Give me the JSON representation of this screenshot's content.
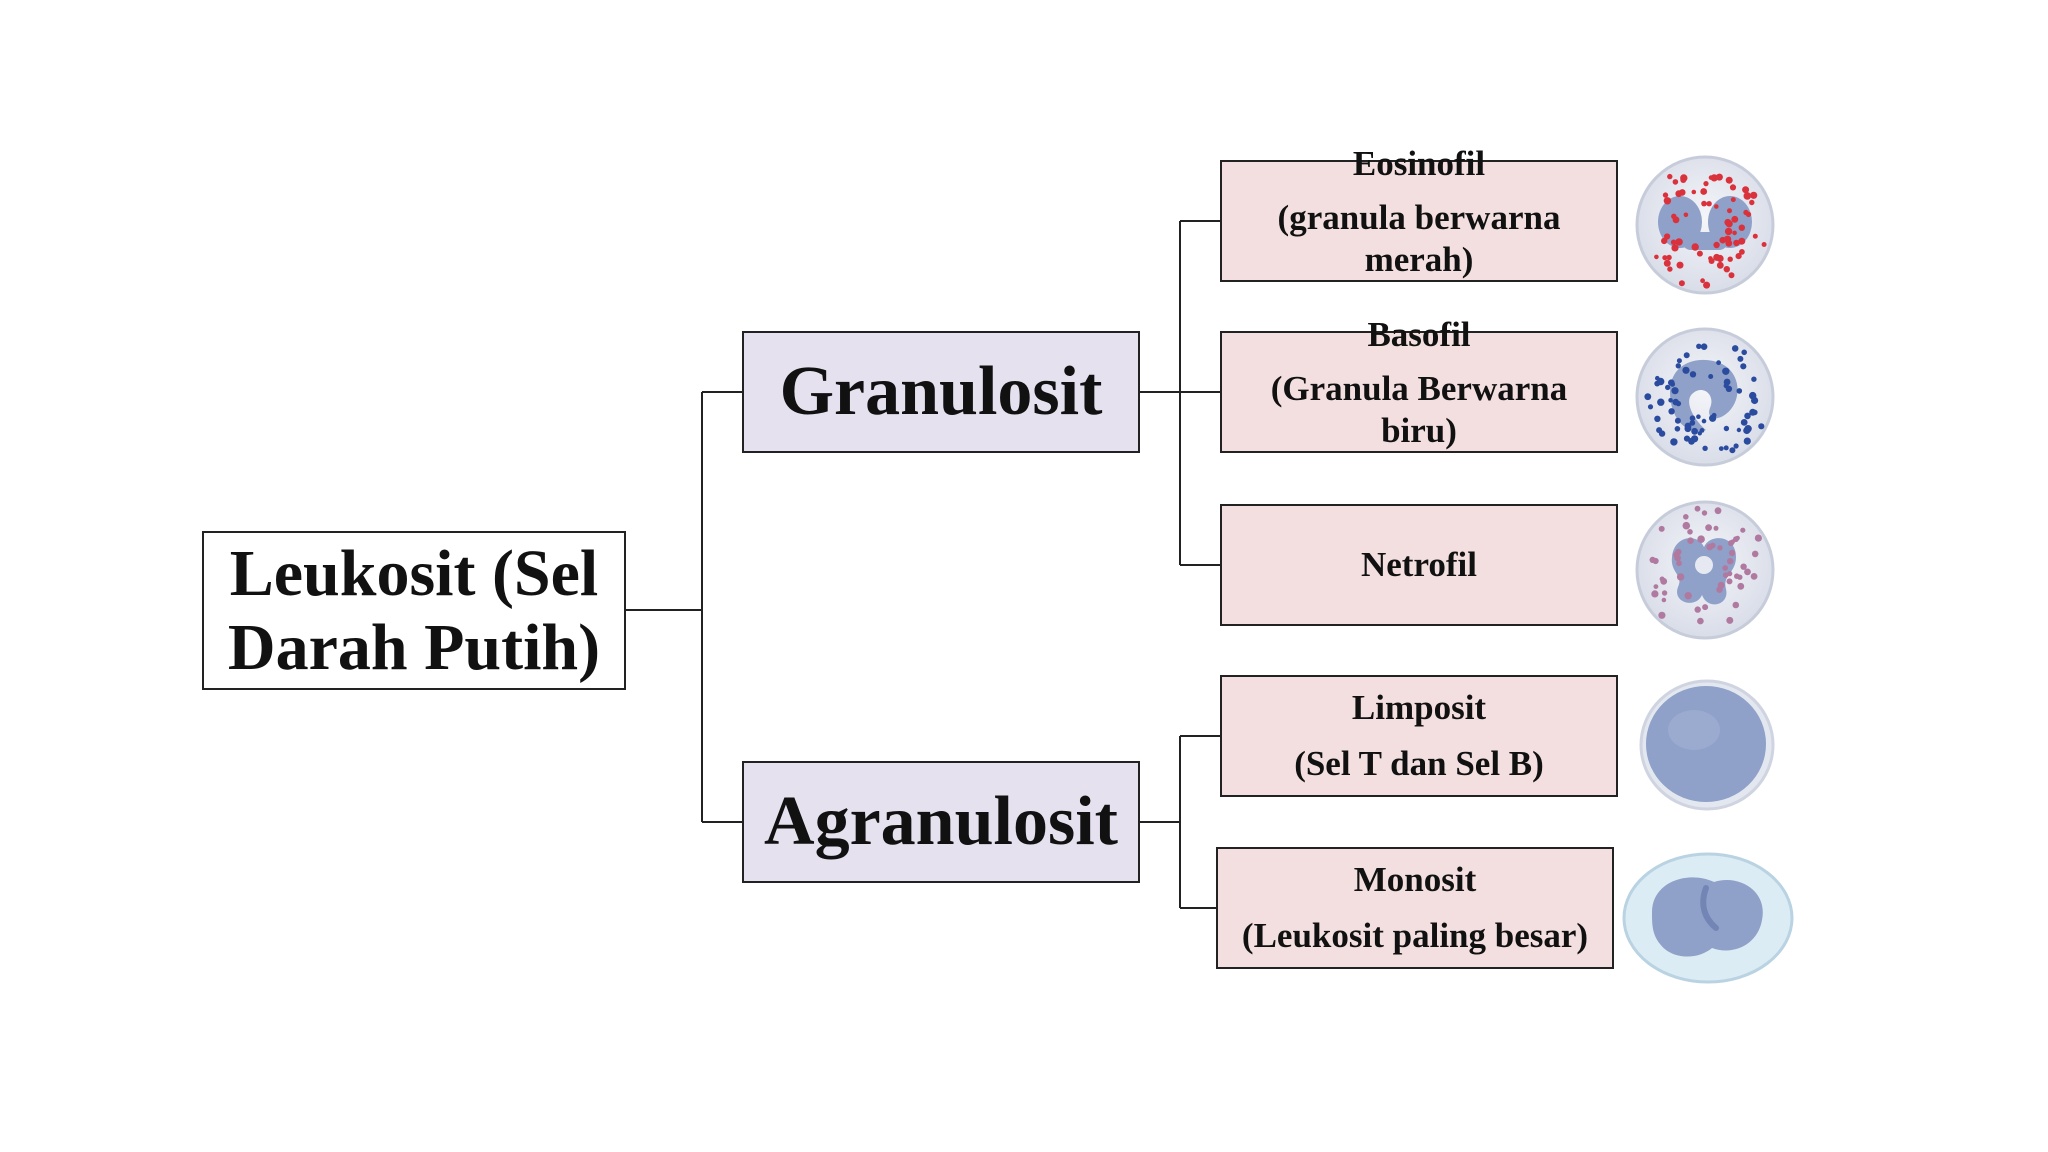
{
  "root": {
    "line1": "Leukosit (Sel",
    "line2": "Darah Putih)"
  },
  "granulosit": {
    "label": "Granulosit",
    "children": [
      {
        "name": "Eosinofil",
        "desc1": "(granula berwarna",
        "desc2": "merah)",
        "granule_color": "#d9323c"
      },
      {
        "name": "Basofil",
        "desc1": "(Granula Berwarna",
        "desc2": "biru)",
        "granule_color": "#2b4c9e"
      },
      {
        "name": "Netrofil",
        "granule_color": "#b07aa0"
      }
    ]
  },
  "agranulosit": {
    "label": "Agranulosit",
    "children": [
      {
        "name": "Limposit",
        "desc1": "(Sel T dan Sel  B)"
      },
      {
        "name": "Monosit",
        "desc1": "(Leukosit paling besar)"
      }
    ]
  },
  "colors": {
    "group_box": "#e6e1ee",
    "leaf_box": "#f3dfe0",
    "cell_body": "#e9ecf3",
    "nucleus": "#8fa0c9"
  }
}
